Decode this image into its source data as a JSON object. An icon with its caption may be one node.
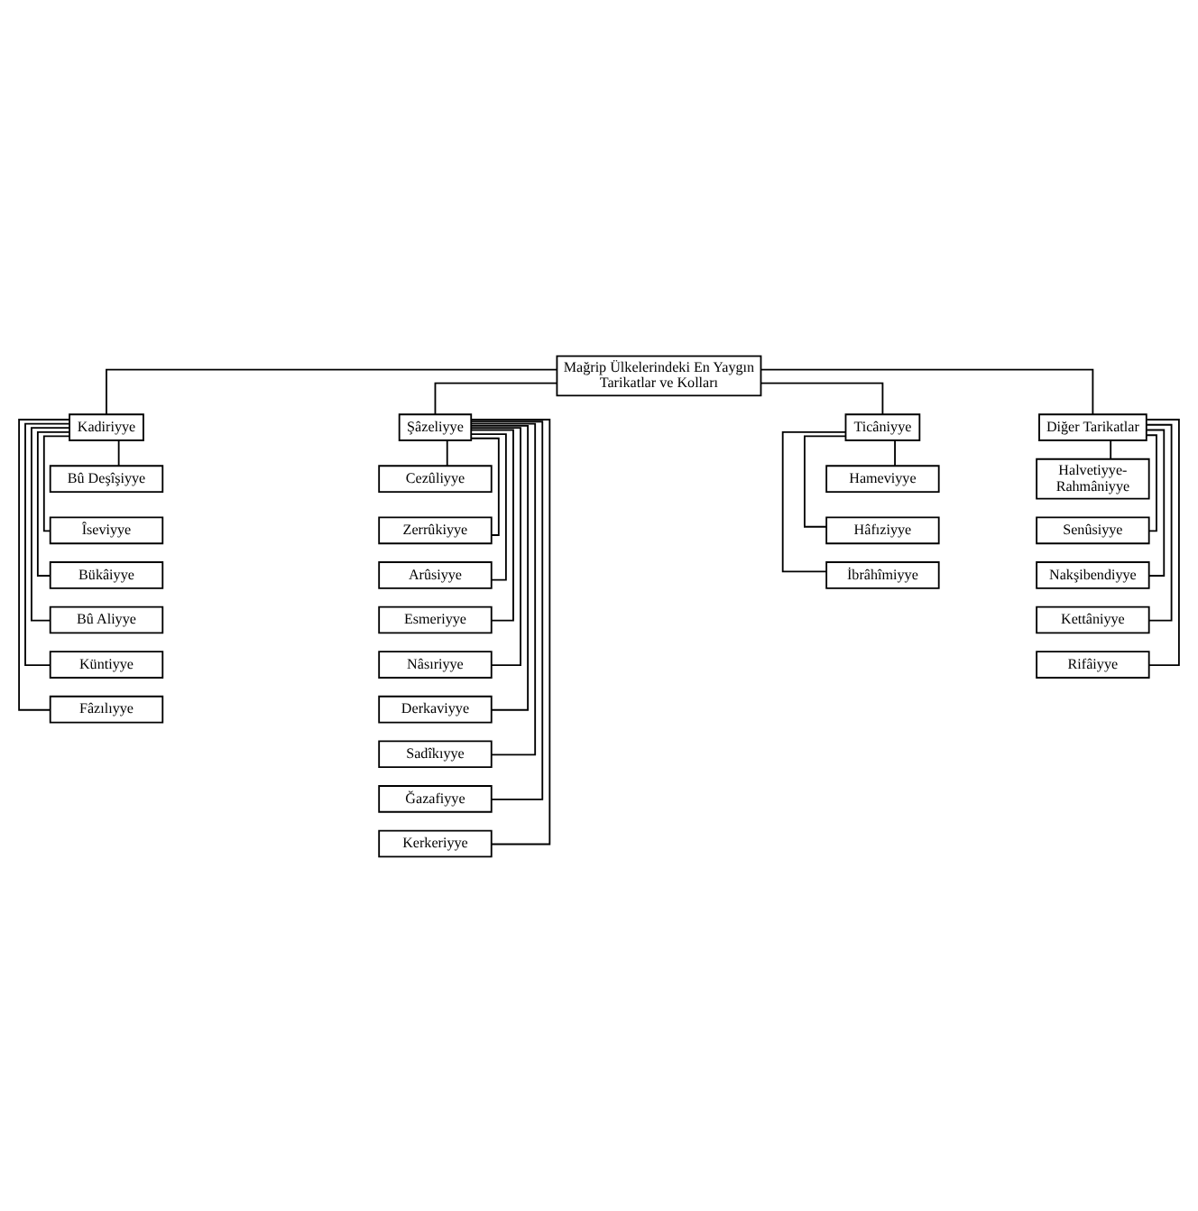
{
  "diagram": {
    "nodes": [
      {
        "text": [
          "Mağrip Ülkelerindeki En Yaygın Tarikatlar ve Kolları"
        ]
      },
      {
        "text": [
          "Kadiriyye"
        ]
      },
      {
        "text": [
          "Şâzeliyye"
        ]
      },
      {
        "text": [
          "Ticâniyye"
        ]
      },
      {
        "text": [
          "Diğer Tarikatlar"
        ]
      },
      {
        "text": [
          "Bû Deşîşiyye"
        ]
      },
      {
        "text": [
          "Îseviyye"
        ]
      },
      {
        "text": [
          "Bükâiyye"
        ]
      },
      {
        "text": [
          "Bû Aliyye"
        ]
      },
      {
        "text": [
          "Küntiyye"
        ]
      },
      {
        "text": [
          "Fâzılıyye"
        ]
      },
      {
        "text": [
          "Cezûliyye"
        ]
      },
      {
        "text": [
          "Zerrûkiyye"
        ]
      },
      {
        "text": [
          "Arûsiyye"
        ]
      },
      {
        "text": [
          "Esmeriyye"
        ]
      },
      {
        "text": [
          "Nâsıriyye"
        ]
      },
      {
        "text": [
          "Derkaviyye"
        ]
      },
      {
        "text": [
          "Sadîkıyye"
        ]
      },
      {
        "text": [
          "Ğazafiyye"
        ]
      },
      {
        "text": [
          "Kerkeriyye"
        ]
      },
      {
        "text": [
          "Hameviyye"
        ]
      },
      {
        "text": [
          "Hâfıziyye"
        ]
      },
      {
        "text": [
          "İbrâhîmiyye"
        ]
      },
      {
        "text": [
          "Halvetiyye- Rahmâniyye"
        ]
      },
      {
        "text": [
          "Senûsiyye"
        ]
      },
      {
        "text": [
          "Nakşibendiyye"
        ]
      },
      {
        "text": [
          "Kettâniyye"
        ]
      },
      {
        "text": [
          "Rifâiyye"
        ]
      }
    ],
    "edges": [
      {
        "from": 0,
        "to": 1,
        "arrow": "none"
      },
      {
        "from": 0,
        "to": 2,
        "arrow": "none"
      },
      {
        "from": 0,
        "to": 3,
        "arrow": "none"
      },
      {
        "from": 0,
        "to": 4,
        "arrow": "none"
      },
      {
        "from": 1,
        "to": 5,
        "arrow": "none"
      },
      {
        "from": 1,
        "to": 6,
        "arrow": "none"
      },
      {
        "from": 1,
        "to": 7,
        "arrow": "none"
      },
      {
        "from": 1,
        "to": 8,
        "arrow": "none"
      },
      {
        "from": 1,
        "to": 9,
        "arrow": "none"
      },
      {
        "from": 1,
        "to": 10,
        "arrow": "none"
      },
      {
        "from": 2,
        "to": 11,
        "arrow": "none"
      },
      {
        "from": 2,
        "to": 12,
        "arrow": "none"
      },
      {
        "from": 2,
        "to": 13,
        "arrow": "none"
      },
      {
        "from": 2,
        "to": 14,
        "arrow": "none"
      },
      {
        "from": 2,
        "to": 15,
        "arrow": "none"
      },
      {
        "from": 2,
        "to": 16,
        "arrow": "none"
      },
      {
        "from": 2,
        "to": 17,
        "arrow": "none"
      },
      {
        "from": 2,
        "to": 18,
        "arrow": "none"
      },
      {
        "from": 2,
        "to": 19,
        "arrow": "none"
      },
      {
        "from": 3,
        "to": 20,
        "arrow": "none"
      },
      {
        "from": 3,
        "to": 21,
        "arrow": "none"
      },
      {
        "from": 3,
        "to": 22,
        "arrow": "none"
      },
      {
        "from": 4,
        "to": 23,
        "arrow": "none"
      },
      {
        "from": 4,
        "to": 24,
        "arrow": "none"
      },
      {
        "from": 4,
        "to": 25,
        "arrow": "none"
      },
      {
        "from": 4,
        "to": 26,
        "arrow": "none"
      },
      {
        "from": 4,
        "to": 27,
        "arrow": "none"
      }
    ]
  }
}
